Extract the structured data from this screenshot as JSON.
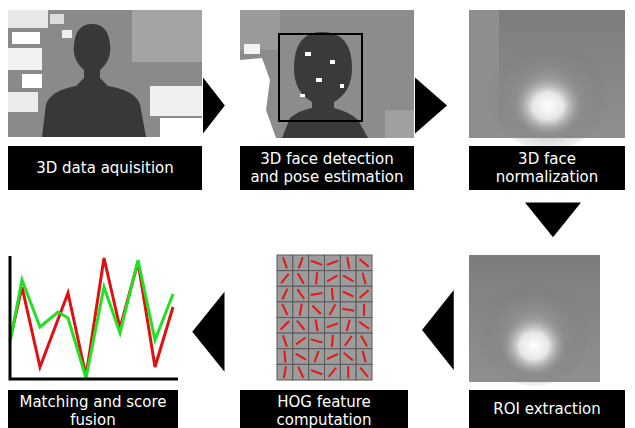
{
  "diagram": {
    "nodes": [
      {
        "text": [
          "3D data aquisition"
        ]
      },
      {
        "text": [
          "3D face detection and pose estimation"
        ]
      },
      {
        "text": [
          "3D face normalization"
        ]
      },
      {
        "text": [
          "ROI extraction"
        ]
      },
      {
        "text": [
          "HOG feature computation"
        ]
      },
      {
        "text": [
          "Matching and score fusion"
        ]
      }
    ],
    "edges": [
      {
        "from": 0,
        "to": 1,
        "arrow": "to"
      },
      {
        "from": 1,
        "to": 2,
        "arrow": "to"
      },
      {
        "from": 2,
        "to": 3,
        "arrow": "to"
      },
      {
        "from": 3,
        "to": 4,
        "arrow": "to"
      },
      {
        "from": 4,
        "to": 5,
        "arrow": "to"
      }
    ]
  }
}
